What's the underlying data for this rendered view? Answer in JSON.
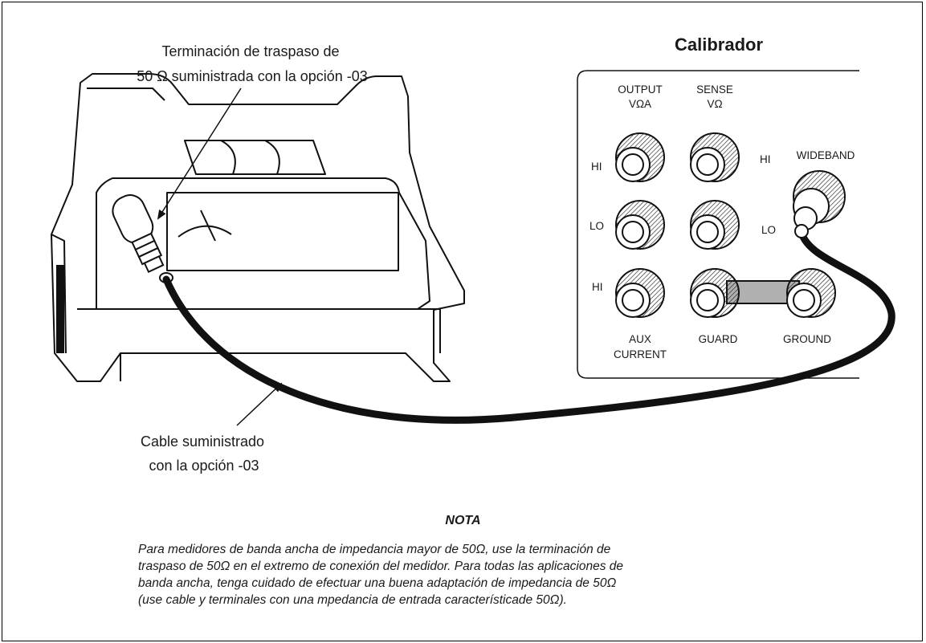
{
  "labels": {
    "callout_termination_line1": "Terminación de traspaso de",
    "callout_termination_line2": "50 Ω suministrada con la opción -03",
    "calibrator_title": "Calibrador",
    "output_line1": "OUTPUT",
    "output_line2": "VΩA",
    "sense_line1": "SENSE",
    "sense_line2": "VΩ",
    "hi_output": "HI",
    "hi_sense": "HI",
    "lo_output": "LO",
    "lo_wideband": "LO",
    "hi_aux": "HI",
    "wideband": "WIDEBAND",
    "aux_line1": "AUX",
    "aux_line2": "CURRENT",
    "guard": "GUARD",
    "ground": "GROUND",
    "callout_cable_line1": "Cable suministrado",
    "callout_cable_line2": "con la opción -03"
  },
  "note": {
    "title": "NOTA",
    "line1": "Para medidores de banda ancha de impedancia mayor de 50Ω, use la terminación de",
    "line2": "traspaso de 50Ω en el extremo de conexión del medidor. Para todas las aplicaciones de",
    "line3": "banda ancha, tenga cuidado de efectuar una buena adaptación de impedancia de 50Ω",
    "line4": "(use cable y terminales con una mpedancia de entrada característicade 50Ω)."
  }
}
